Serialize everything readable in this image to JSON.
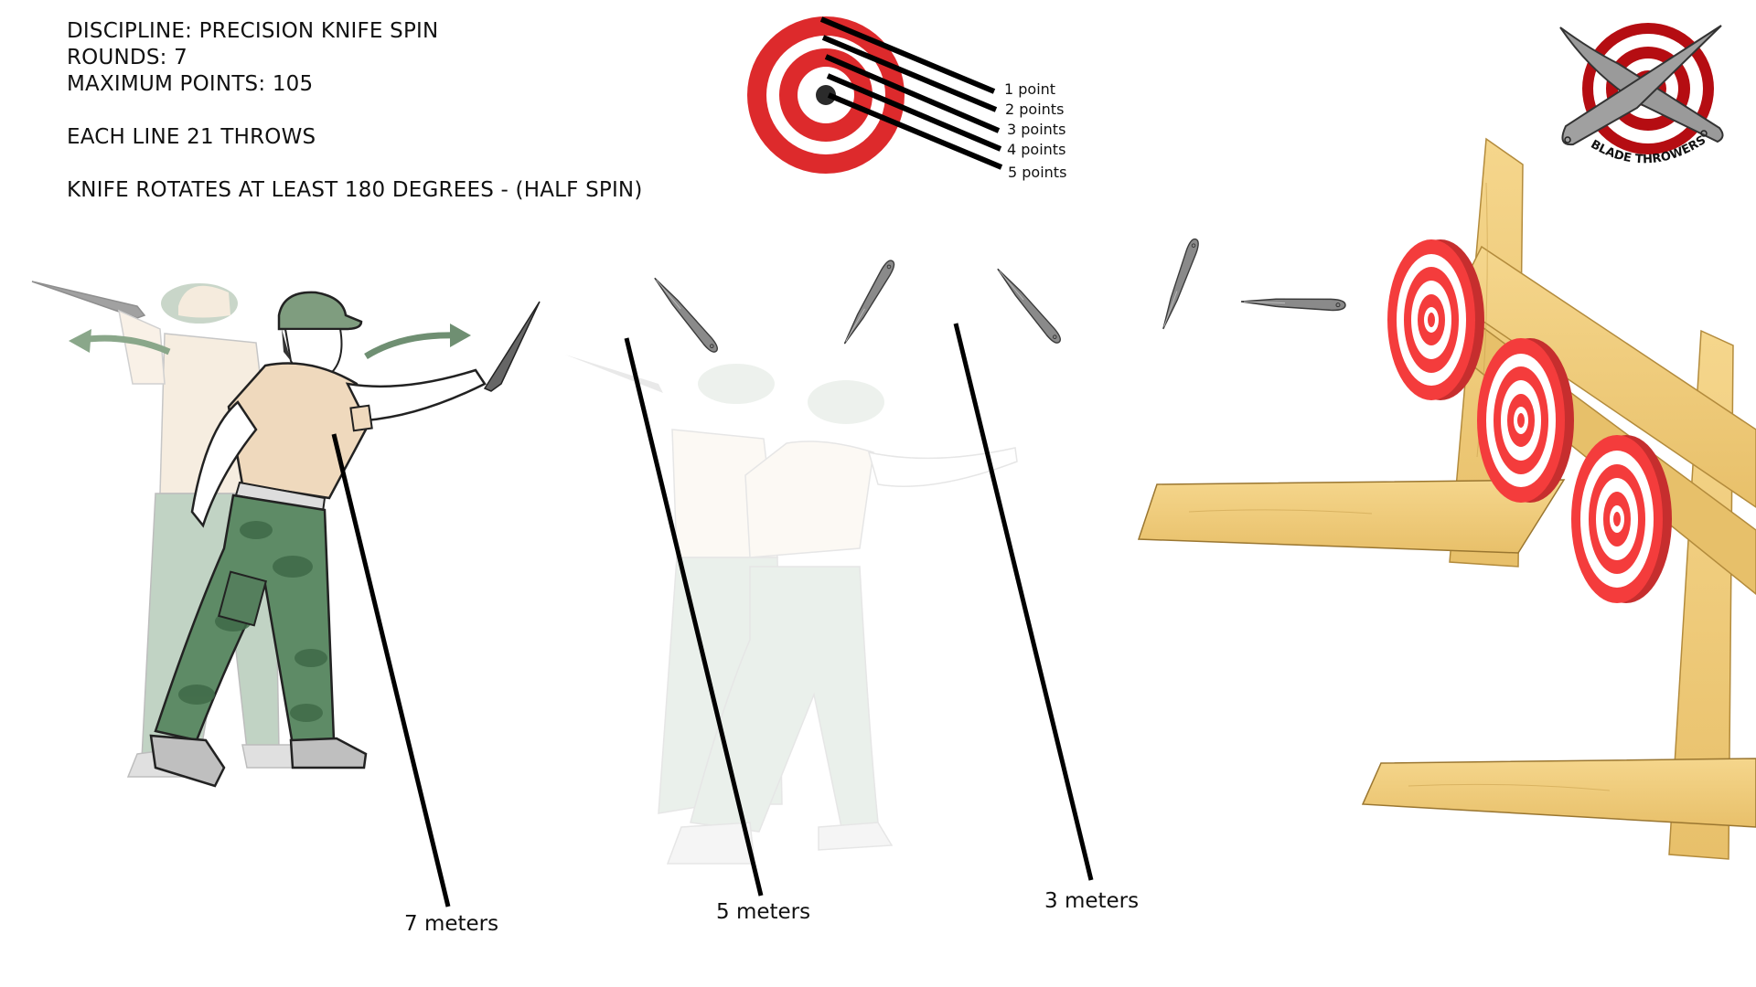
{
  "rules": {
    "discipline": "DISCIPLINE: PRECISION KNIFE SPIN",
    "rounds": "ROUNDS: 7",
    "max_points": "MAXIMUM POINTS: 105",
    "throws": "EACH LINE 21 THROWS",
    "rotation": "KNIFE ROTATES AT LEAST 180 DEGREES - (HALF SPIN)"
  },
  "scoring_legend": {
    "rings": [
      {
        "label": "1 point"
      },
      {
        "label": "2 points"
      },
      {
        "label": "3 points"
      },
      {
        "label": "4 points"
      },
      {
        "label": "5 points"
      }
    ],
    "colors": {
      "red": "#dd2a2c",
      "white": "#ffffff",
      "bullseye": "#2b2b2b"
    }
  },
  "logo": {
    "text": "BLADE THROWERS",
    "ring_color": "#b50d12",
    "knife_color": "#8f8f8f"
  },
  "distances": [
    {
      "label": "7 meters"
    },
    {
      "label": "5 meters"
    },
    {
      "label": "3 meters"
    }
  ],
  "figures": {
    "shirt_color": "#efd9bd",
    "cap_color": "#7f9d7f",
    "camo_dark": "#4e7a58",
    "camo_light": "#8fb095",
    "arrow_color": "#7c9a7c"
  },
  "targets": {
    "face_red": "#f43c3c",
    "wood": "#f0cd7c",
    "wood_dark": "#c9a24e"
  }
}
